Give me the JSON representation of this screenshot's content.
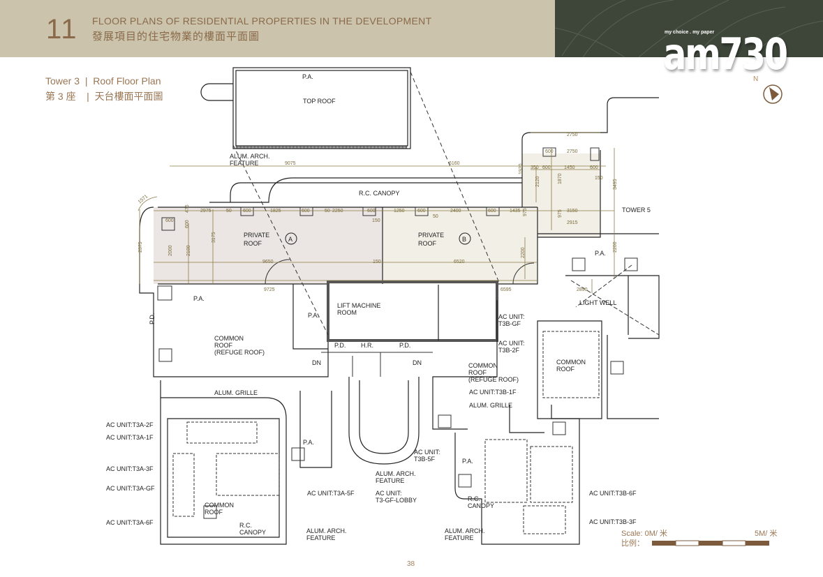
{
  "header": {
    "section_number": "11",
    "title_en": "FLOOR PLANS OF RESIDENTIAL PROPERTIES IN THE DEVELOPMENT",
    "title_zh": "發展項目的住宅物業的樓面平面圖",
    "bg_color": "#cbc3ab",
    "accent_color": "#8a6a4a"
  },
  "subtitle": {
    "tower_en": "Tower 3",
    "plan_en": "Roof Floor Plan",
    "tower_zh": "第 3 座",
    "plan_zh": "天台樓面平面圖",
    "separator": "|"
  },
  "logo": {
    "tagline": "my choice . my paper",
    "name": "am730"
  },
  "north": "N",
  "plan": {
    "labels": [
      "P.A.",
      "TOP ROOF",
      "ALUM. ARCH.",
      "FEATURE",
      "R.C. CANOPY",
      "PRIVATE",
      "ROOF",
      "A",
      "PRIVATE",
      "ROOF",
      "B",
      "TOWER 5",
      "P.A.",
      "P.A.",
      "P.A.",
      "LIFT MACHINE",
      "ROOM",
      "LIGHT WELL",
      "P.D.",
      "P.D.",
      "H.R.",
      "P.D.",
      "COMMON",
      "ROOF",
      "(REFUGE ROOF)",
      "COMMON",
      "ROOF",
      "(REFUGE ROOF)",
      "DN",
      "DN",
      "AC UNIT:",
      "T3B-GF",
      "AC UNIT:",
      "T3B-2F",
      "COMMON",
      "ROOF",
      "AC UNIT:T3B-1F",
      "ALUM. GRILLE",
      "ALUM. GRILLE",
      "AC UNIT:T3A-2F",
      "AC UNIT:T3A-1F",
      "AC UNIT:T3A-3F",
      "AC UNIT:T3A-GF",
      "AC UNIT:T3A-6F",
      "AC UNIT:T3A-5F",
      "P.A.",
      "AC UNIT:",
      "T3B-5F",
      "P.A.",
      "ALUM. ARCH.",
      "FEATURE",
      "AC UNIT:",
      "T3-GF-LOBBY",
      "COMMON",
      "ROOF",
      "R.C.",
      "CANOPY",
      "ALUM. ARCH.",
      "FEATURE",
      "R.C.",
      "CANOPY",
      "ALUM. ARCH.",
      "FEATURE",
      "AC UNIT:T3B-6F",
      "AC UNIT:T3B-3F"
    ],
    "dims": [
      "9075",
      "6160",
      "2975",
      "1825",
      "2250",
      "1250",
      "2400",
      "1435",
      "3150",
      "2915",
      "2750",
      "2750",
      "350",
      "600",
      "1450",
      "600",
      "150",
      "9650",
      "9725",
      "150",
      "6520",
      "6595",
      "2375",
      "2100",
      "2000",
      "3175",
      "3495",
      "2200",
      "2120",
      "1870",
      "975",
      "975",
      "1920",
      "2890",
      "1571",
      "600",
      "600",
      "600",
      "600",
      "600",
      "600",
      "600",
      "50",
      "50",
      "50",
      "2200",
      "150",
      "475",
      "600"
    ]
  },
  "scale": {
    "label_en": "Scale: 0M/ 米",
    "label_end": "5M/ 米",
    "label_zh": "比例：",
    "colors": [
      "#7d5a3c",
      "#ffffff"
    ]
  },
  "page_number": "38"
}
